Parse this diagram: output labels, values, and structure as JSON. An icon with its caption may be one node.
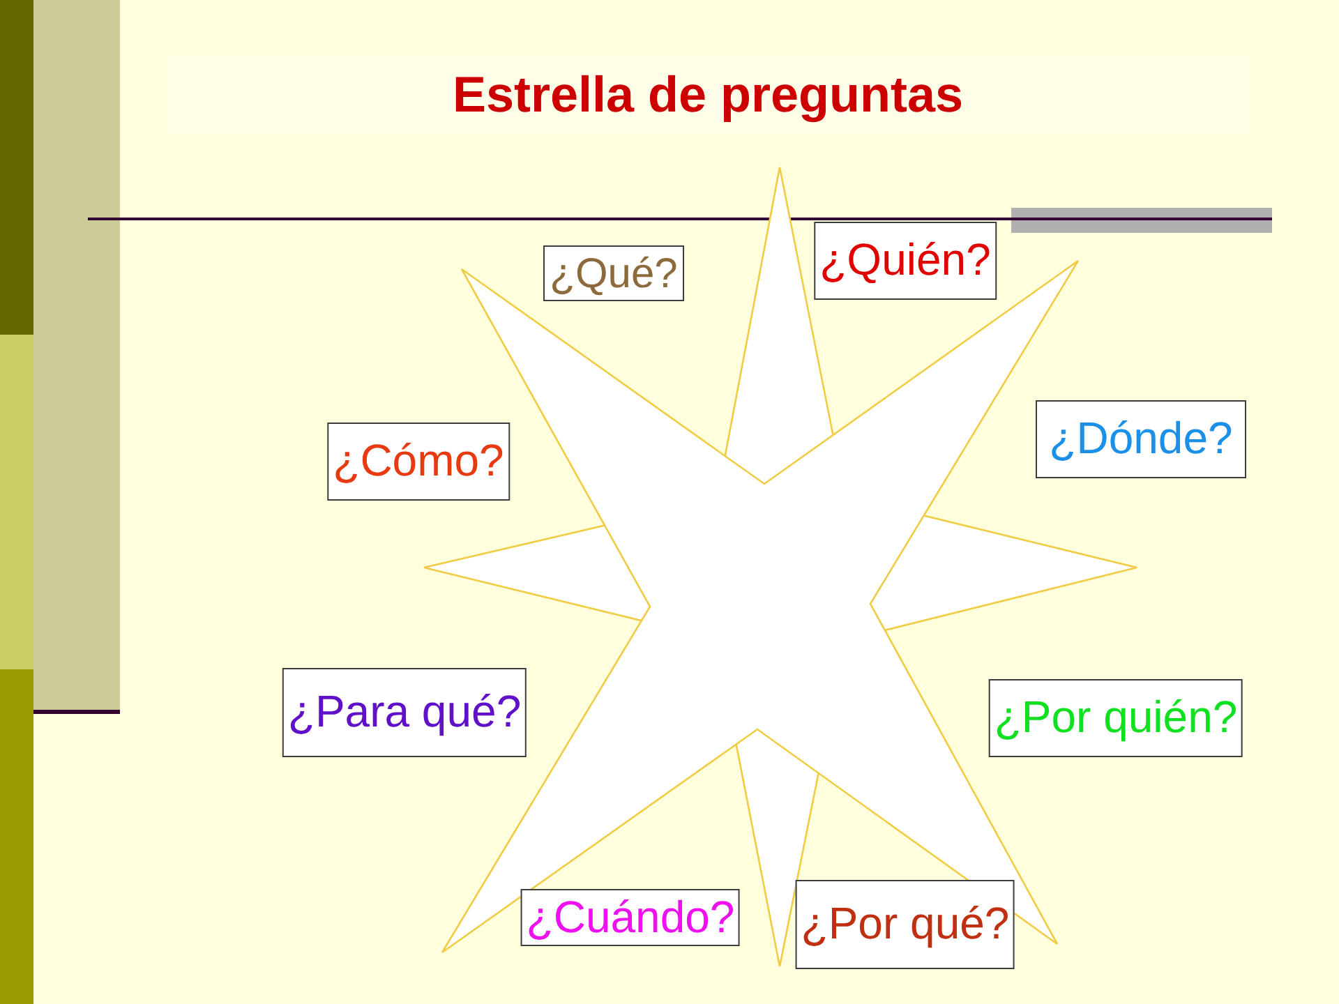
{
  "diagram": {
    "title": "Estrella de preguntas",
    "nodes": [
      {
        "text": [
          "¿Qué?"
        ]
      },
      {
        "text": [
          "¿Quién?"
        ]
      },
      {
        "text": [
          "¿Cómo?"
        ]
      },
      {
        "text": [
          "¿Dónde?"
        ]
      },
      {
        "text": [
          "¿Para qué?"
        ]
      },
      {
        "text": [
          "¿Por quién?"
        ]
      },
      {
        "text": [
          "¿Cuándo?"
        ]
      },
      {
        "text": [
          "¿Por qué?"
        ]
      }
    ]
  }
}
